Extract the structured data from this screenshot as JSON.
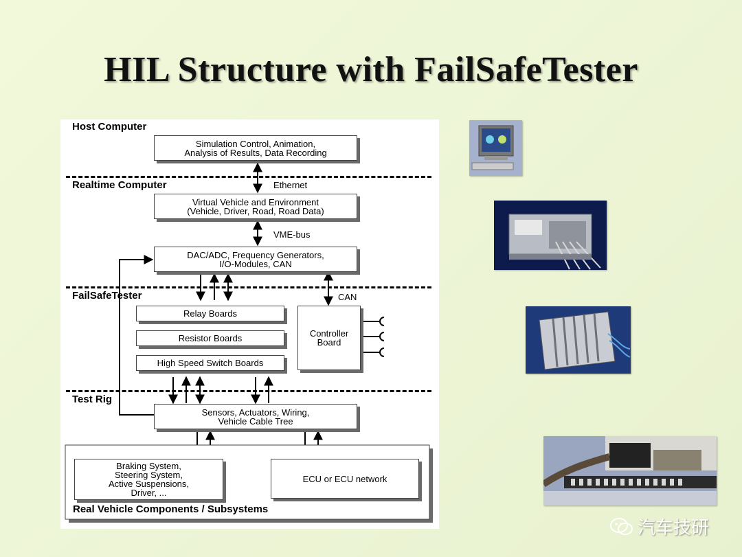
{
  "slide": {
    "title": "HIL Structure with FailSafeTester"
  },
  "diagram": {
    "sections": {
      "host": "Host Computer",
      "realtime": "Realtime Computer",
      "failsafe": "FailSafeTester",
      "testrig": "Test Rig",
      "real": "Real Vehicle Components / Subsystems"
    },
    "boxes": {
      "sim_control": "Simulation Control, Animation,\nAnalysis of Results, Data Recording",
      "virtual_vehicle": "Virtual Vehicle and Environment\n(Vehicle, Driver, Road, Road Data)",
      "dac_adc": "DAC/ADC, Frequency Generators,\nI/O-Modules, CAN",
      "relay": "Relay Boards",
      "resistor": "Resistor Boards",
      "hss": "High Speed Switch Boards",
      "controller": "Controller\nBoard",
      "sensors": "Sensors, Actuators, Wiring,\nVehicle Cable Tree",
      "braking": "Braking System,\nSteering System,\nActive Suspensions,\nDriver, ...",
      "ecu": "ECU or ECU network"
    },
    "links": {
      "ethernet": "Ethernet",
      "vme": "VME-bus",
      "can": "CAN"
    }
  },
  "photos": [
    {
      "name": "host-computer-photo",
      "subject": "desktop computer with monitor"
    },
    {
      "name": "realtime-unit-photo",
      "subject": "realtime computer unit with cables"
    },
    {
      "name": "failsafe-rack-photo",
      "subject": "rack-mounted test hardware"
    },
    {
      "name": "test-rig-photo",
      "subject": "test rig wiring harness"
    }
  ],
  "watermark": {
    "text": "汽车技研",
    "icon": "wechat-icon"
  }
}
